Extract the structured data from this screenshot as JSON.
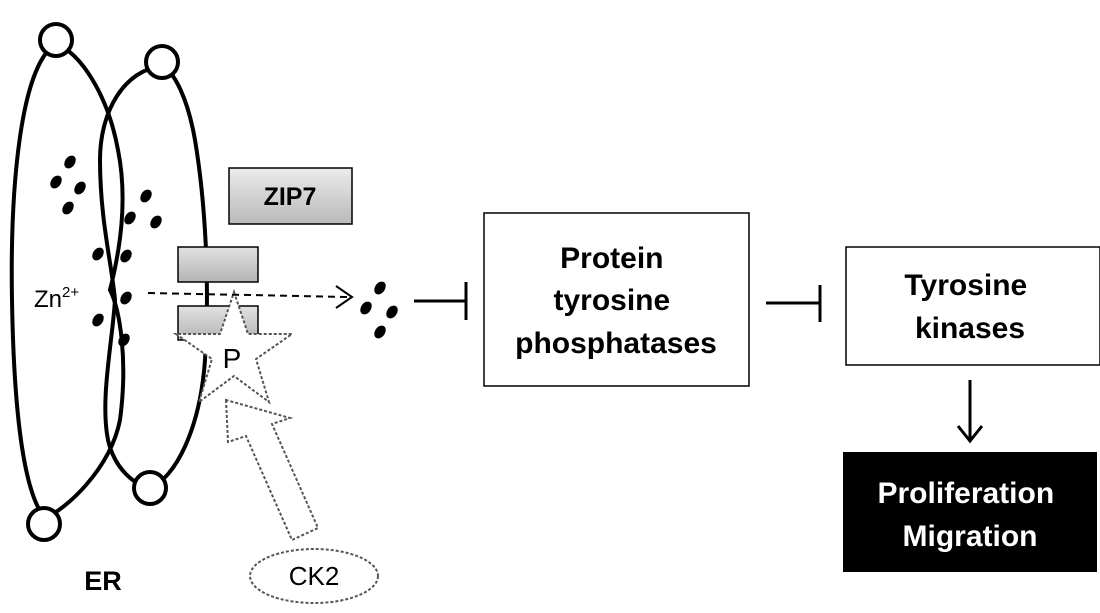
{
  "er_label": "ER",
  "zinc": {
    "symbol": "Zn",
    "superscript": "2+"
  },
  "zip7_label": "ZIP7",
  "phospho_label": "P",
  "ck2_label": "CK2",
  "ptp": {
    "line1": "Protein",
    "line2": "tyrosine",
    "line3": "phosphatases"
  },
  "tk": {
    "line1": "Tyrosine",
    "line2": "kinases"
  },
  "outcome": {
    "line1": "Proliferation",
    "line2": "Migration"
  }
}
